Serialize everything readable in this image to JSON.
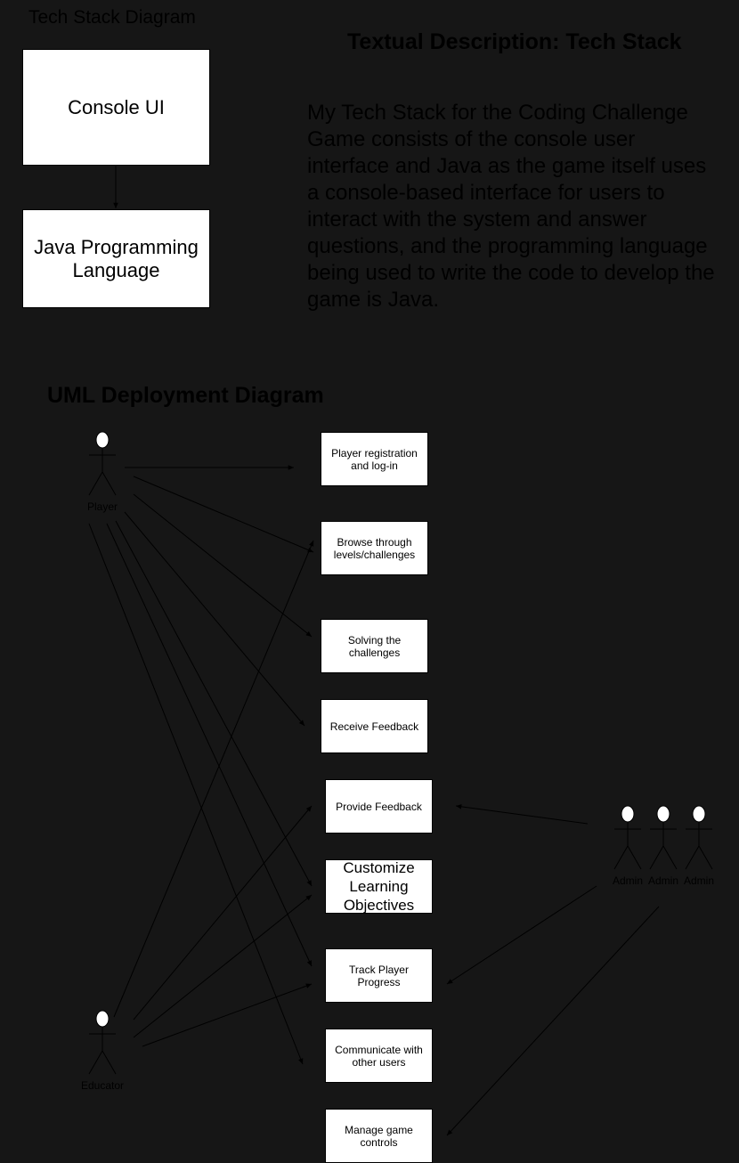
{
  "tech_stack": {
    "title": "Tech Stack Diagram",
    "boxes": [
      "Console UI",
      "Java Programming Language"
    ]
  },
  "textual": {
    "title": "Textual Description: Tech Stack",
    "lines": [
      "My Tech Stack for the Coding Challenge",
      "Game consists of the console user",
      "interface and Java as the game itself uses",
      "a console-based interface for users to",
      "interact with the system and answer",
      "questions, and the programming language",
      "being used to write the code to develop the",
      "game is Java."
    ]
  },
  "uml": {
    "title": "UML Deployment Diagram",
    "actors": {
      "player": "Player",
      "educator": "Educator",
      "admins": [
        "Admin",
        "Admin",
        "Admin"
      ]
    },
    "use_cases": [
      "Player registration and log-in",
      "Browse through levels/challenges",
      "Solving the challenges",
      "Receive Feedback",
      "Provide Feedback",
      "Customize Learning Objectives",
      "Track Player Progress",
      "Communicate with other users",
      "Manage game controls"
    ]
  },
  "colors": {
    "background": "#161616",
    "box_fill": "#ffffff",
    "line": "#000000"
  }
}
